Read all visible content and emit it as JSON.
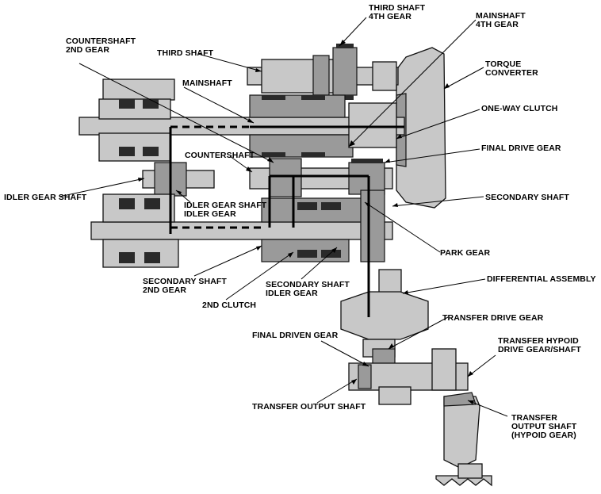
{
  "labels": {
    "third_shaft_4th_gear": [
      "THIRD SHAFT",
      "4TH GEAR"
    ],
    "mainshaft_4th_gear": [
      "MAINSHAFT",
      "4TH GEAR"
    ],
    "countershaft_2nd_gear": [
      "COUNTERSHAFT",
      "2ND GEAR"
    ],
    "third_shaft": [
      "THIRD SHAFT"
    ],
    "torque_converter": [
      "TORQUE",
      "CONVERTER"
    ],
    "mainshaft": [
      "MAINSHAFT"
    ],
    "one_way_clutch": [
      "ONE-WAY CLUTCH"
    ],
    "final_drive_gear": [
      "FINAL DRIVE GEAR"
    ],
    "countershaft": [
      "COUNTERSHAFT"
    ],
    "idler_gear_shaft": [
      "IDLER GEAR SHAFT"
    ],
    "idler_gear_shaft_idler_gear": [
      "IDLER GEAR SHAFT",
      "IDLER GEAR"
    ],
    "secondary_shaft": [
      "SECONDARY SHAFT"
    ],
    "park_gear": [
      "PARK GEAR"
    ],
    "secondary_shaft_2nd_gear": [
      "SECONDARY SHAFT",
      "2ND GEAR"
    ],
    "differential_assembly": [
      "DIFFERENTIAL ASSEMBLY"
    ],
    "clutch_2nd": [
      "2ND CLUTCH"
    ],
    "secondary_shaft_idler_gear": [
      "SECONDARY SHAFT",
      "IDLER GEAR"
    ],
    "transfer_drive_gear": [
      "TRANSFER DRIVE GEAR"
    ],
    "final_driven_gear": [
      "FINAL DRIVEN GEAR"
    ],
    "transfer_hypoid_drive_gear_shaft": [
      "TRANSFER HYPOID",
      "DRIVE GEAR/SHAFT"
    ],
    "transfer_output_shaft": [
      "TRANSFER OUTPUT SHAFT"
    ],
    "transfer_output_shaft_hypoid_gear": [
      "TRANSFER",
      "OUTPUT SHAFT",
      "(HYPOID GEAR)"
    ]
  }
}
